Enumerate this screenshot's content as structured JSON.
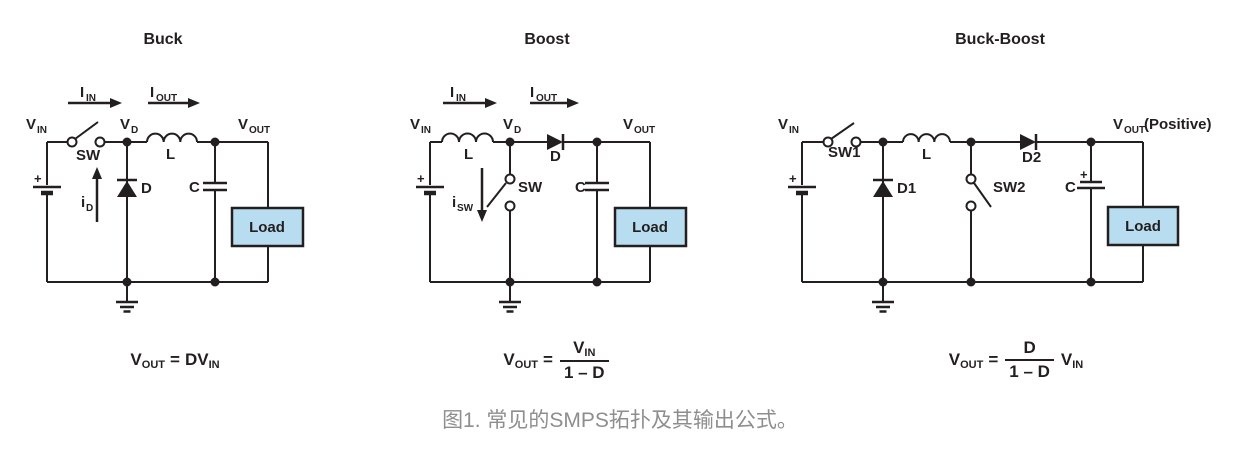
{
  "caption": "图1. 常见的SMPS拓扑及其输出公式。",
  "colors": {
    "line": "#231f20",
    "load_fill": "#b8ddf0",
    "caption_text": "#8e8e8e"
  },
  "buck": {
    "title": "Buck",
    "load": "Load",
    "labels": {
      "i_in_base": "I",
      "i_in_sub": "IN",
      "i_out_base": "I",
      "i_out_sub": "OUT",
      "v_in_base": "V",
      "v_in_sub": "IN",
      "v_d_base": "V",
      "v_d_sub": "D",
      "v_out_base": "V",
      "v_out_sub": "OUT",
      "switch": "SW",
      "inductor": "L",
      "capacitor": "C",
      "diode": "D",
      "i_d_base": "i",
      "i_d_sub": "D",
      "battery_plus": "+"
    },
    "formula": {
      "lhs_base": "V",
      "lhs_sub": "OUT",
      "equals": "=",
      "rhs_base": "DV",
      "rhs_sub": "IN"
    }
  },
  "boost": {
    "title": "Boost",
    "load": "Load",
    "labels": {
      "i_in_base": "I",
      "i_in_sub": "IN",
      "i_out_base": "I",
      "i_out_sub": "OUT",
      "v_in_base": "V",
      "v_in_sub": "IN",
      "v_d_base": "V",
      "v_d_sub": "D",
      "v_out_base": "V",
      "v_out_sub": "OUT",
      "switch": "SW",
      "inductor": "L",
      "capacitor": "C",
      "diode": "D",
      "i_sw_base": "i",
      "i_sw_sub": "SW",
      "battery_plus": "+"
    },
    "formula": {
      "lhs_base": "V",
      "lhs_sub": "OUT",
      "equals": "=",
      "num_base": "V",
      "num_sub": "IN",
      "den": "1 – D"
    }
  },
  "buck_boost": {
    "title": "Buck-Boost",
    "load": "Load",
    "labels": {
      "v_in_base": "V",
      "v_in_sub": "IN",
      "v_out_base": "V",
      "v_out_sub": "OUT",
      "v_out_note": "(Positive)",
      "switch1": "SW1",
      "switch2": "SW2",
      "diode1": "D1",
      "diode2": "D2",
      "inductor": "L",
      "capacitor": "C",
      "cap_plus": "+",
      "battery_plus": "+"
    },
    "formula": {
      "lhs_base": "V",
      "lhs_sub": "OUT",
      "equals": "=",
      "num": "D",
      "den": "1 – D",
      "rhs_base": "V",
      "rhs_sub": "IN"
    }
  }
}
